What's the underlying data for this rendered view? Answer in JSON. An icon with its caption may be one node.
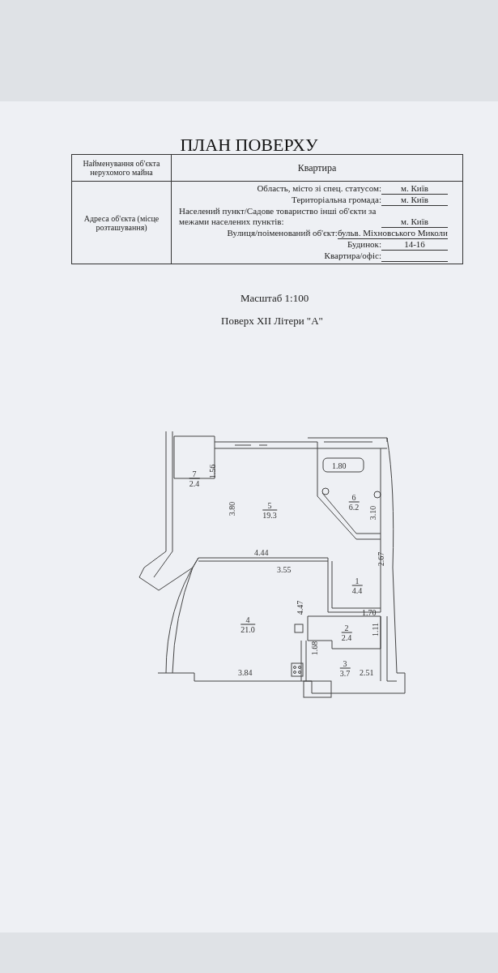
{
  "diagram": {
    "title": "ПЛАН ПОВЕРХУ",
    "nodes": [
      {
        "text": [
          "7",
          "2.4"
        ]
      },
      {
        "text": [
          "5",
          "19.3"
        ]
      },
      {
        "text": [
          "6",
          "6.2"
        ]
      },
      {
        "text": [
          "1",
          "4.4"
        ]
      },
      {
        "text": [
          "4",
          "21.0"
        ]
      },
      {
        "text": [
          "2",
          "2.4"
        ]
      },
      {
        "text": [
          "3",
          "3.7"
        ]
      }
    ],
    "edges": [],
    "labels": [
      "Найменування об'єкта нерухомого майна",
      "Квартира",
      "Адреса об'єкта (місце розташування)",
      "Область, місто зі спец. статусом:",
      "м. Київ",
      "Територіальна громада:",
      "м. Київ",
      "Населений пункт/Садове товариство інші об'єкти за межами населених пунктів:",
      "м. Київ",
      "Вулиця/поіменований об'єкт:",
      "бульв. Міхновського Миколи",
      "Будинок:",
      "14-16",
      "Квартира/офіс:",
      "Масштаб 1:100",
      "Поверх XII Літери \"А\"",
      "1.56",
      "1.80",
      "3.80",
      "3.10",
      "4.44",
      "3.55",
      "2.67",
      "4.47",
      "1.70",
      "1.11",
      "1.68",
      "3.84",
      "2.51"
    ]
  }
}
